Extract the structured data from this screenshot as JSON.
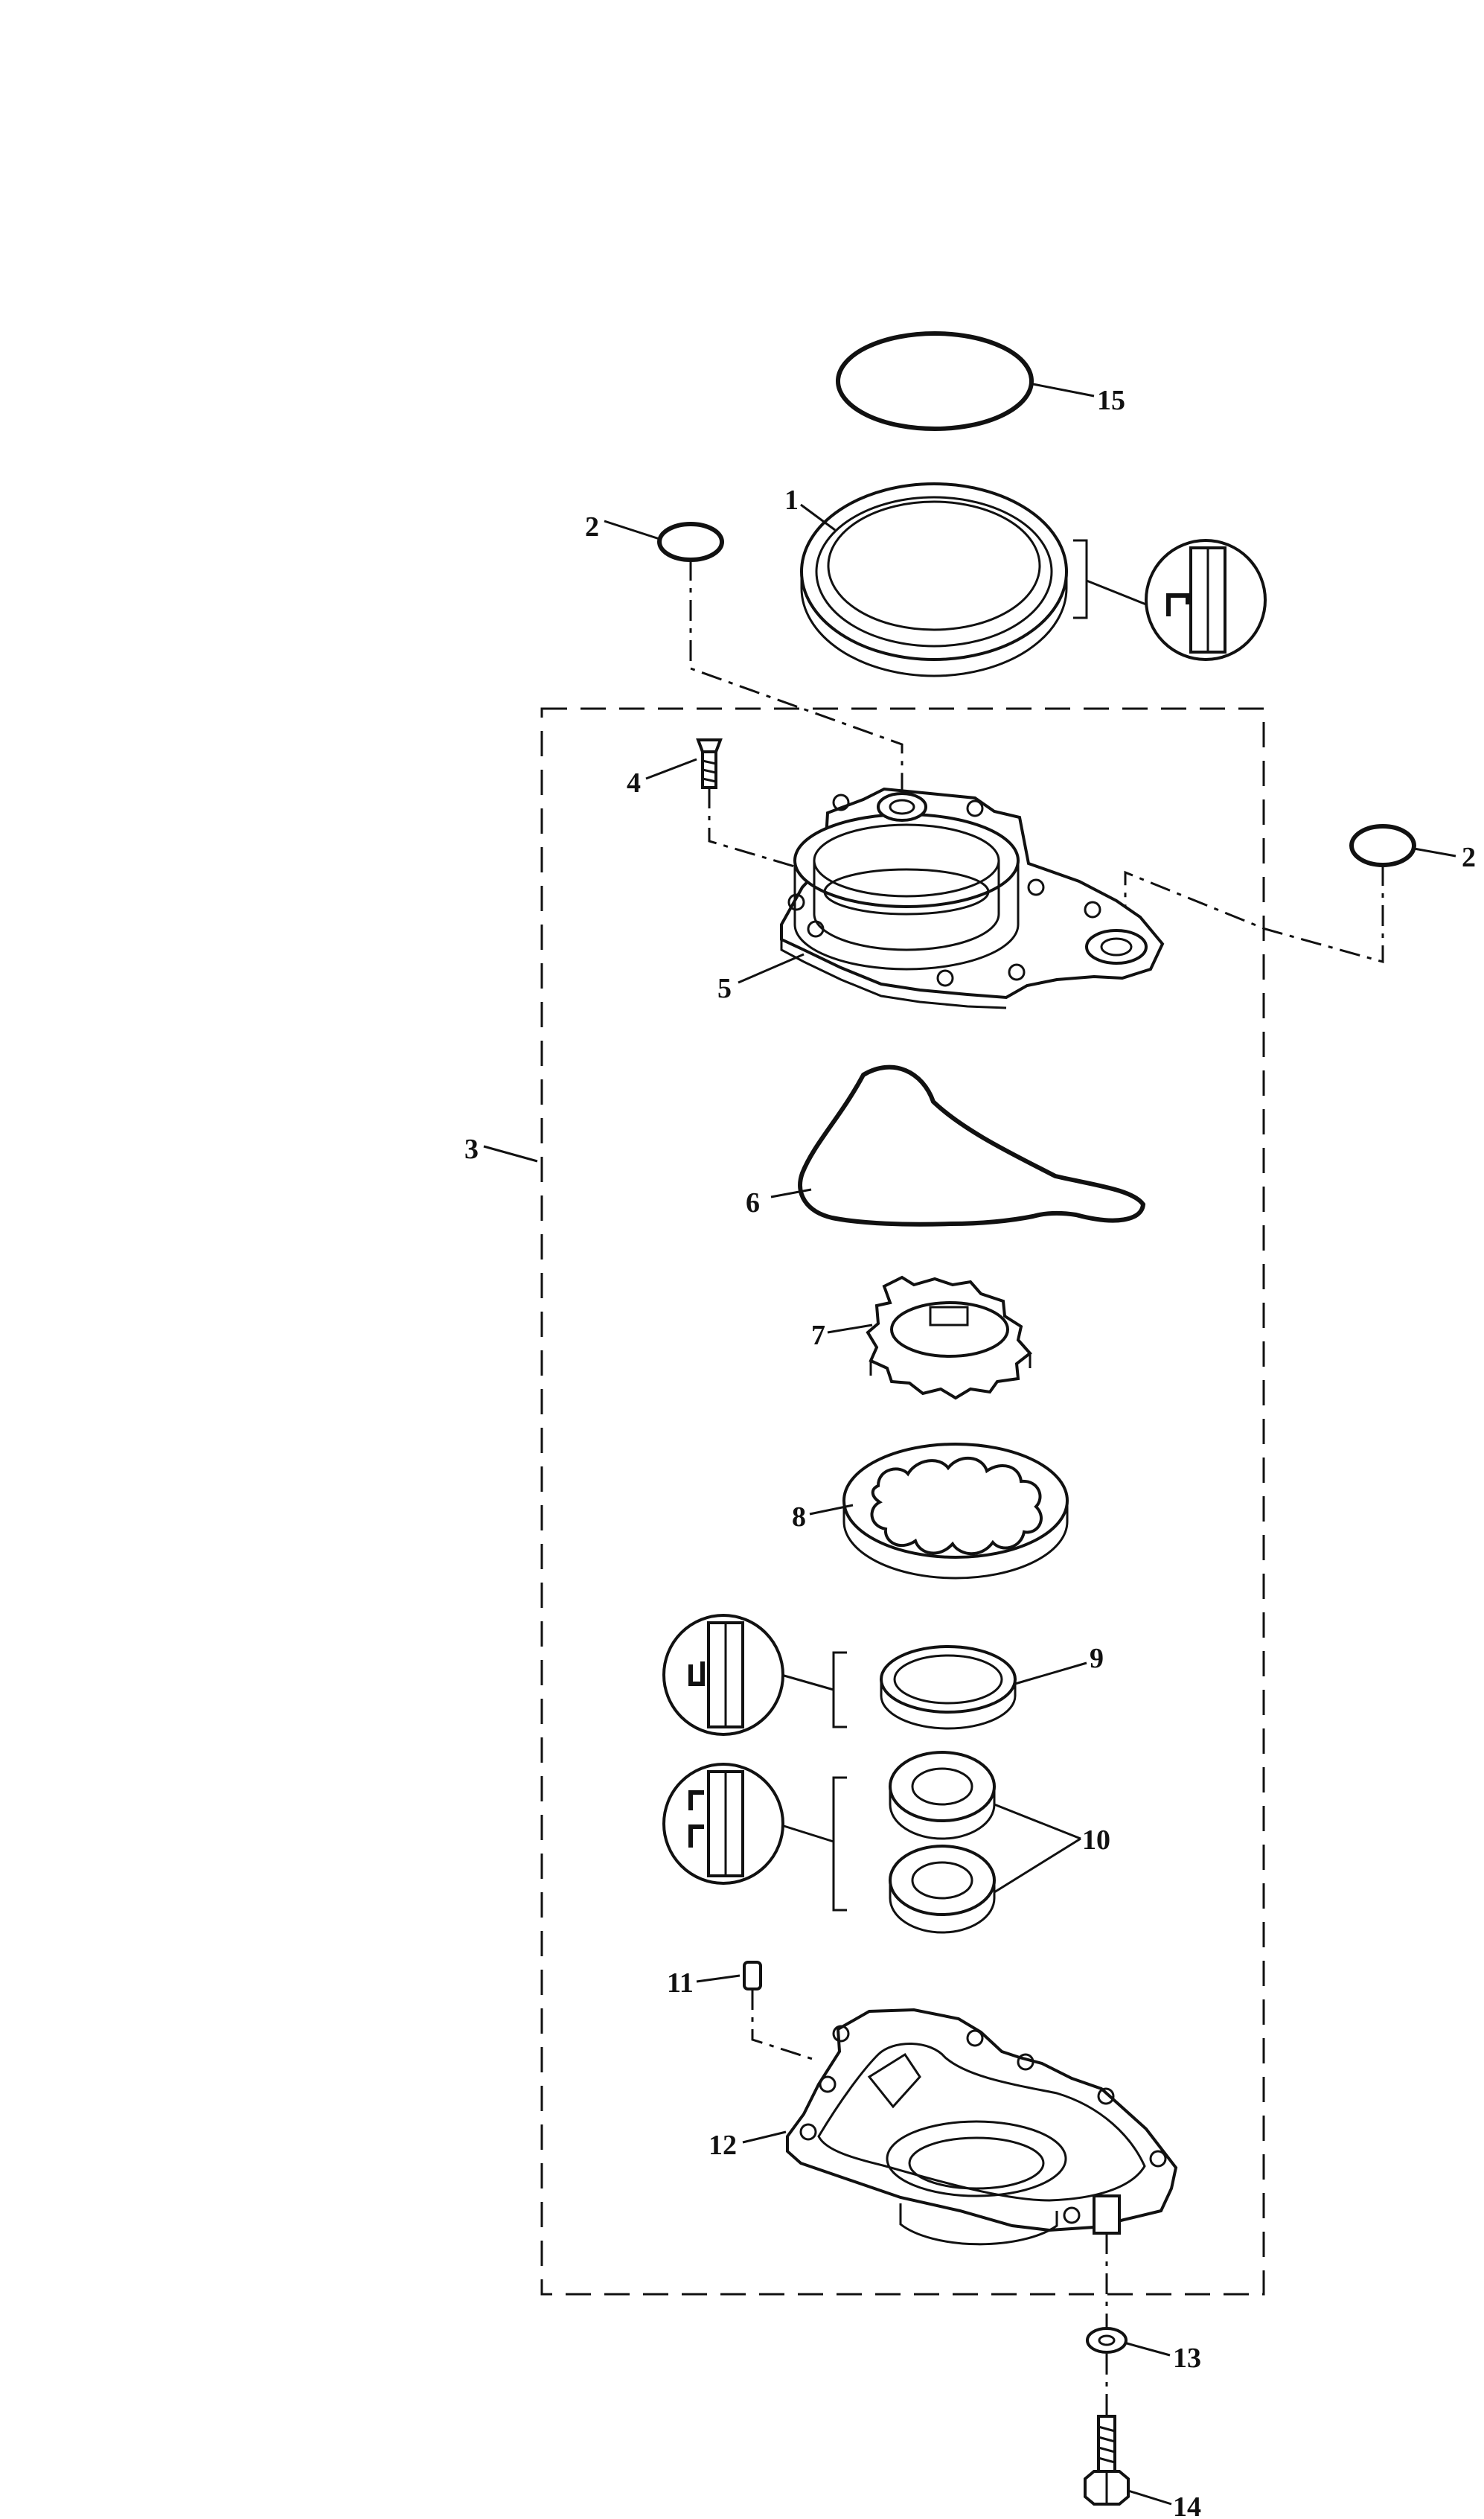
{
  "callouts": [
    {
      "id": "c1",
      "text": "1"
    },
    {
      "id": "c2a",
      "text": "2"
    },
    {
      "id": "c2b",
      "text": "2"
    },
    {
      "id": "c3",
      "text": "3"
    },
    {
      "id": "c4",
      "text": "4"
    },
    {
      "id": "c5",
      "text": "5"
    },
    {
      "id": "c6",
      "text": "6"
    },
    {
      "id": "c7",
      "text": "7"
    },
    {
      "id": "c8",
      "text": "8"
    },
    {
      "id": "c9",
      "text": "9"
    },
    {
      "id": "c10",
      "text": "10"
    },
    {
      "id": "c11",
      "text": "11"
    },
    {
      "id": "c12",
      "text": "12"
    },
    {
      "id": "c13",
      "text": "13"
    },
    {
      "id": "c14",
      "text": "14"
    },
    {
      "id": "c15",
      "text": "15"
    }
  ],
  "icons": [
    "seal-orientation-icon"
  ]
}
